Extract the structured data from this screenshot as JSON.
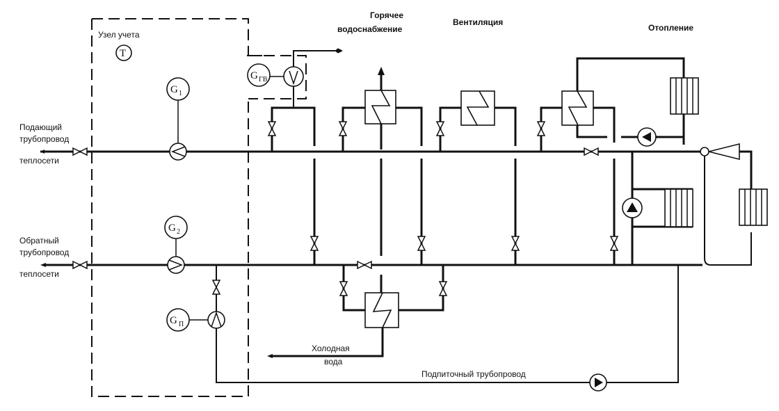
{
  "title": "Схема теплового пункта с узлом учета",
  "labels": {
    "metering_unit": "Узел учета",
    "hot_water": [
      "Горячее",
      "водоснабжение"
    ],
    "ventilation": "Вентиляция",
    "heating": "Отопление",
    "supply_pipe": [
      "Подающий",
      "трубопровод",
      "теплосети"
    ],
    "return_pipe": [
      "Обратный",
      "трубопровод",
      "теплосети"
    ],
    "cold_water": [
      "Холодная",
      "вода"
    ],
    "makeup_pipe": "Подпиточный  трубопровод"
  },
  "instruments": {
    "temperature": "T",
    "flow_supply": {
      "main": "G",
      "sub": "1"
    },
    "flow_return": {
      "main": "G",
      "sub": "2"
    },
    "flow_makeup": {
      "main": "G",
      "sub": "П"
    },
    "flow_hot_water": {
      "main": "G",
      "sub": "ГВ"
    }
  },
  "colors": {
    "line": "#111111",
    "background": "#ffffff"
  }
}
